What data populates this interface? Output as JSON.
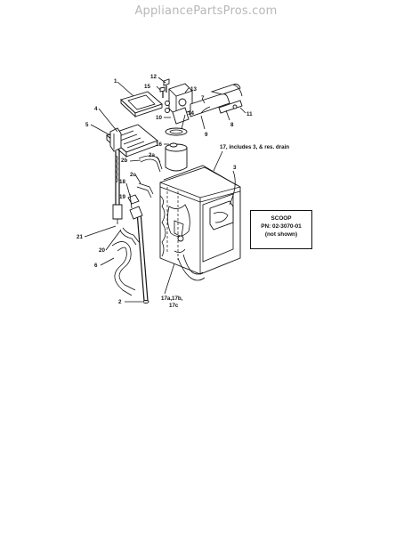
{
  "watermark": "AppliancePartsPros.com",
  "note": {
    "title": "SCOOP",
    "part_number": "PN: 02-3070-01",
    "subtitle": "(not shown)"
  },
  "callouts": {
    "c1": "1",
    "c2": "2",
    "c2a": "2a",
    "c2b": "2b",
    "c2c": "2c",
    "c3": "3",
    "c4": "4",
    "c5": "5",
    "c6": "6",
    "c7": "7",
    "c8": "8",
    "c9": "9",
    "c10": "10",
    "c11": "11",
    "c12": "12",
    "c13": "13",
    "c14": "14",
    "c15": "15",
    "c16": "16",
    "c17": "17, includes 3, & res. drain",
    "c17abc_1": "17a,17b,",
    "c17abc_2": "17c",
    "c18": "18",
    "c19": "19",
    "c20": "20",
    "c21": "21"
  }
}
